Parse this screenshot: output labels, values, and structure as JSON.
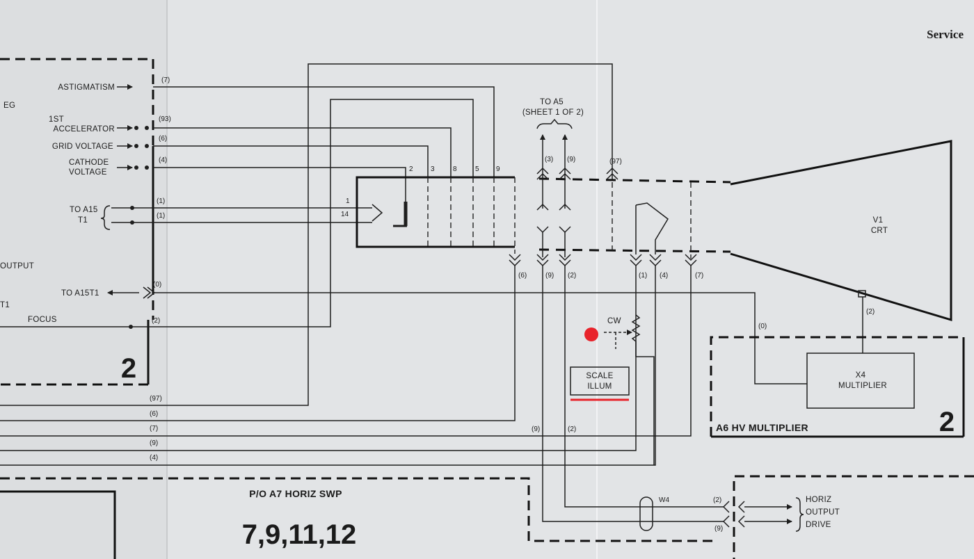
{
  "header": {
    "service": "Service"
  },
  "left_labels": {
    "astigmatism": "ASTIGMATISM",
    "accelerator_1": "1ST",
    "accelerator_2": "ACCELERATOR",
    "grid_voltage": "GRID VOLTAGE",
    "cathode_1": "CATHODE",
    "cathode_2": "VOLTAGE",
    "to_a15": "TO A15",
    "t1": "T1",
    "to_a15t1": "TO A15T1",
    "focus": "FOCUS",
    "fragment_eg": "EG",
    "fragment_output": "OUTPUT",
    "fragment_t1": "T1"
  },
  "left_pins": {
    "astigmatism": "(7)",
    "accelerator": "(93)",
    "grid": "(6)",
    "cathode": "(4)",
    "a15_1": "(1)",
    "a15_2": "(1)",
    "a15t1": "(0)",
    "focus": "(2)"
  },
  "crt_pins": [
    "2",
    "3",
    "8",
    "5",
    "9",
    "1",
    "14"
  ],
  "to_a5": {
    "line1": "TO A5",
    "line2": "(SHEET 1 OF 2)"
  },
  "upper_connectors": {
    "c3": "(3)",
    "c9": "(9)",
    "c97": "(97)"
  },
  "lower_connectors": {
    "c6": "(6)",
    "c9": "(9)",
    "c2": "(2)",
    "c1": "(1)",
    "c4": "(4)",
    "c7": "(7)"
  },
  "crt": {
    "name": "V1",
    "type": "CRT",
    "pin": "(2)"
  },
  "pot": {
    "label": "CW"
  },
  "scale_illum": {
    "line1": "SCALE",
    "line2": "ILLUM"
  },
  "multiplier": {
    "line1": "X4",
    "line2": "MULTIPLIER",
    "input_pin": "(0)"
  },
  "hv_board": {
    "title": "A6 HV MULTIPLIER",
    "sheet": "2"
  },
  "left_board": {
    "sheet": "2"
  },
  "bus_pins": [
    "(97)",
    "(6)",
    "(7)",
    "(9)",
    "(4)"
  ],
  "mid_pins": {
    "p9": "(9)",
    "p2": "(2)"
  },
  "horiz": {
    "board_title": "P/O A7 HORIZ SWP",
    "sheets": "7,9,11,12",
    "w4": "W4",
    "pin2": "(2)",
    "pin9": "(9)",
    "drive_1": "HORIZ",
    "drive_2": "OUTPUT",
    "drive_3": "DRIVE"
  },
  "colors": {
    "marker": "#e8232b",
    "underline": "#e8232b",
    "paper": "#e2e4e6",
    "ink": "#1e1e1e"
  }
}
